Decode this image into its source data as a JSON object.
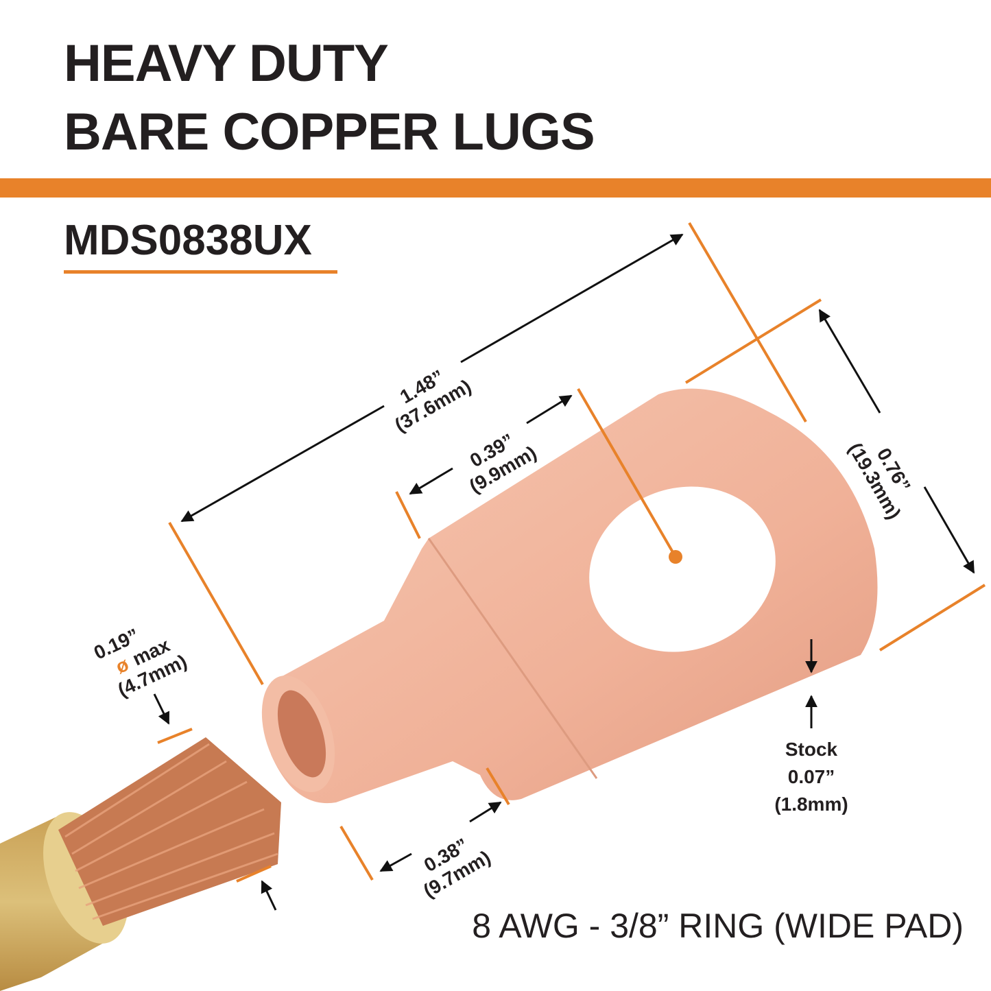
{
  "header": {
    "title_line1": "HEAVY DUTY",
    "title_line2": "BARE COPPER LUGS"
  },
  "sku": "MDS0838UX",
  "dimensions": {
    "overall_length": {
      "in": "1.48”",
      "mm": "(37.6mm)"
    },
    "pad_width": {
      "in": "0.76”",
      "mm": "(19.3mm)"
    },
    "hole_offset": {
      "in": "0.39”",
      "mm": "(9.9mm)"
    },
    "barrel_length": {
      "in": "0.38”",
      "mm": "(9.7mm)"
    },
    "wire_diameter": {
      "in": "0.19”",
      "symbol": "ø",
      "max": "max",
      "mm": "(4.7mm)"
    },
    "stock": {
      "label": "Stock",
      "in": "0.07”",
      "mm": "(1.8mm)"
    }
  },
  "description": "8 AWG - 3/8” RING (WIDE PAD)",
  "colors": {
    "accent": "#e8822a",
    "copper": "#f2b79e",
    "text": "#231f20"
  }
}
